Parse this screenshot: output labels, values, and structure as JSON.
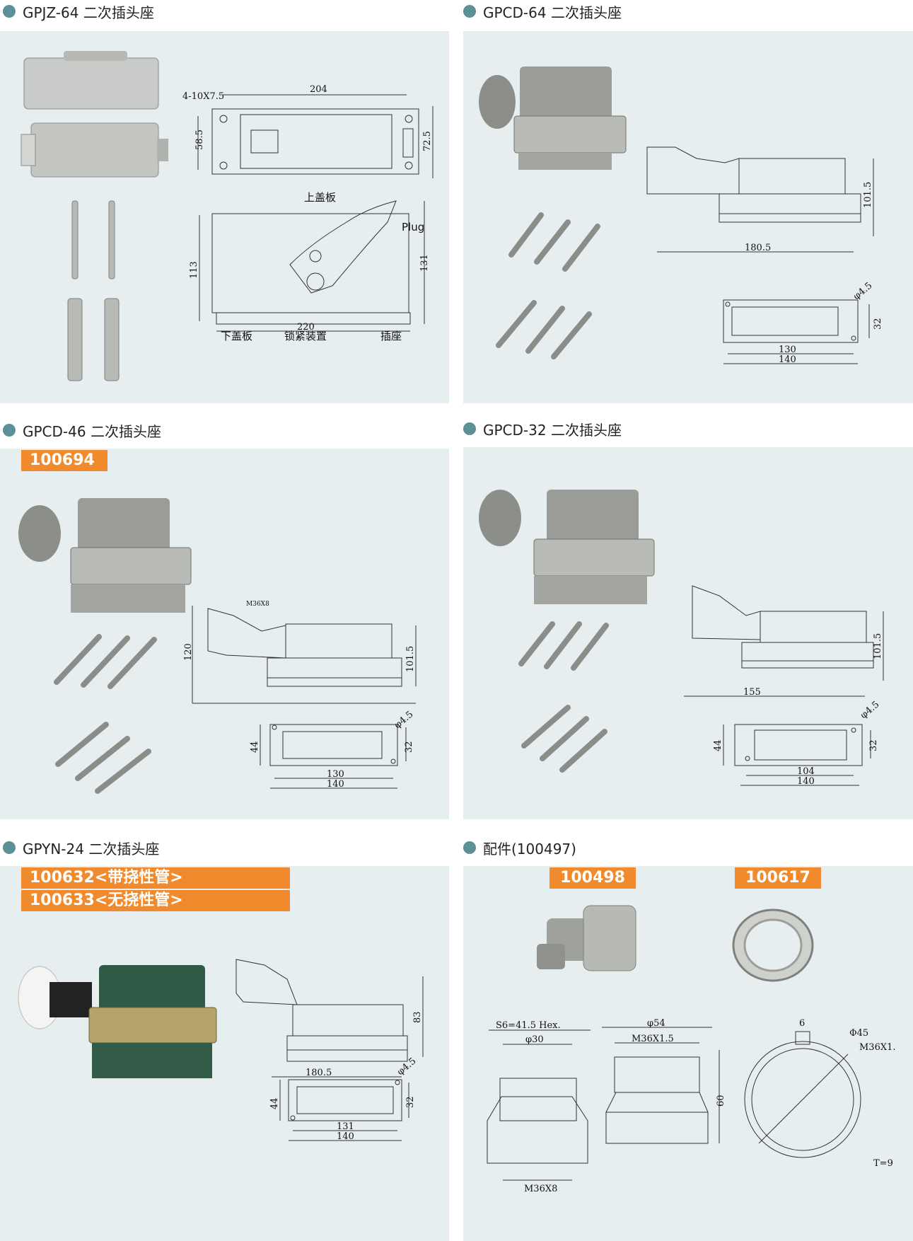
{
  "sections": {
    "gpjz64": {
      "title": "GPJZ-64 二次插头座"
    },
    "gpcd64": {
      "title": "GPCD-64 二次插头座"
    },
    "gpcd46": {
      "title": "GPCD-46 二次插头座",
      "tag": "100694"
    },
    "gpcd32": {
      "title": "GPCD-32 二次插头座"
    },
    "gpyn24": {
      "title": "GPYN-24 二次插头座",
      "tags": [
        "100632<带挠性管>",
        "100633<无挠性管>"
      ]
    },
    "accessories": {
      "title": "配件(100497)",
      "tags": [
        "100498",
        "100617"
      ]
    }
  },
  "drawings": {
    "gpjz64": {
      "dims": [
        "4-10X7.5",
        "204",
        "58.5",
        "72.5",
        "113",
        "131",
        "220"
      ],
      "labels": [
        "上盖板",
        "Plug",
        "下盖板",
        "锁紧装置",
        "插座"
      ]
    },
    "gpcd64": {
      "dims": [
        "101.5",
        "180.5",
        "φ4.5",
        "32",
        "130",
        "140"
      ]
    },
    "gpcd46": {
      "dims": [
        "M36X8",
        "120",
        "101.5",
        "φ4.5",
        "44",
        "32",
        "130",
        "140"
      ]
    },
    "gpcd32": {
      "dims": [
        "101.5",
        "155",
        "φ4.5",
        "44",
        "32",
        "104",
        "140"
      ]
    },
    "gpyn24": {
      "dims": [
        "83",
        "180.5",
        "φ4.5",
        "44",
        "32",
        "131",
        "140"
      ]
    },
    "accessories": {
      "dims": [
        "S6=41.5 Hex.",
        "φ30",
        "M36X8",
        "φ54",
        "M36X1.5",
        "60",
        "6",
        "Φ45",
        "M36X1.",
        "T=9"
      ]
    }
  },
  "colors": {
    "panel_bg": "#e7eef0",
    "bullet": "#5d8f97",
    "tag_bg": "#f08a2c",
    "tag_text": "#ffffff"
  }
}
